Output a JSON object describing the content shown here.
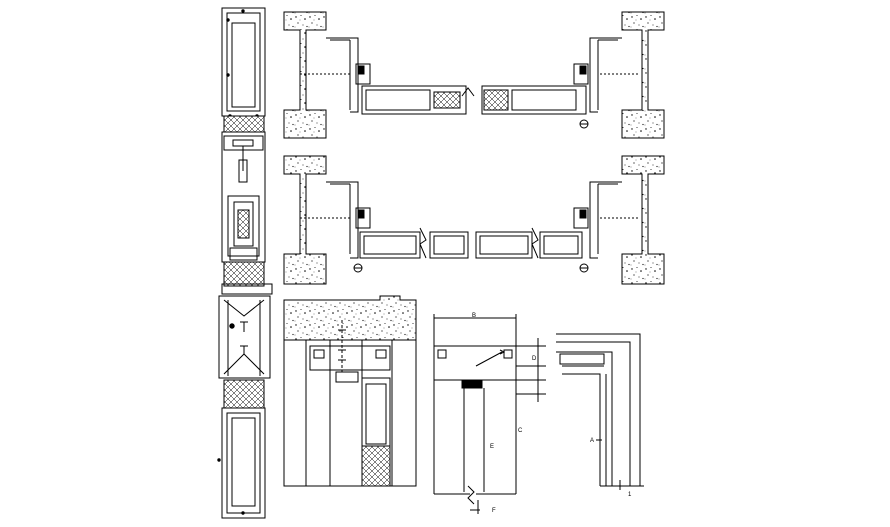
{
  "panel_dimensions": {
    "detail_a_width": "B",
    "detail_a_vertical": "D",
    "detail_a_inner": "C",
    "detail_a_side_label": "E",
    "detail_a_bottom": "F",
    "detail_b_height": "A",
    "detail_b_bottom": "1"
  },
  "colors": {
    "line": "#000000",
    "background": "#ffffff"
  }
}
